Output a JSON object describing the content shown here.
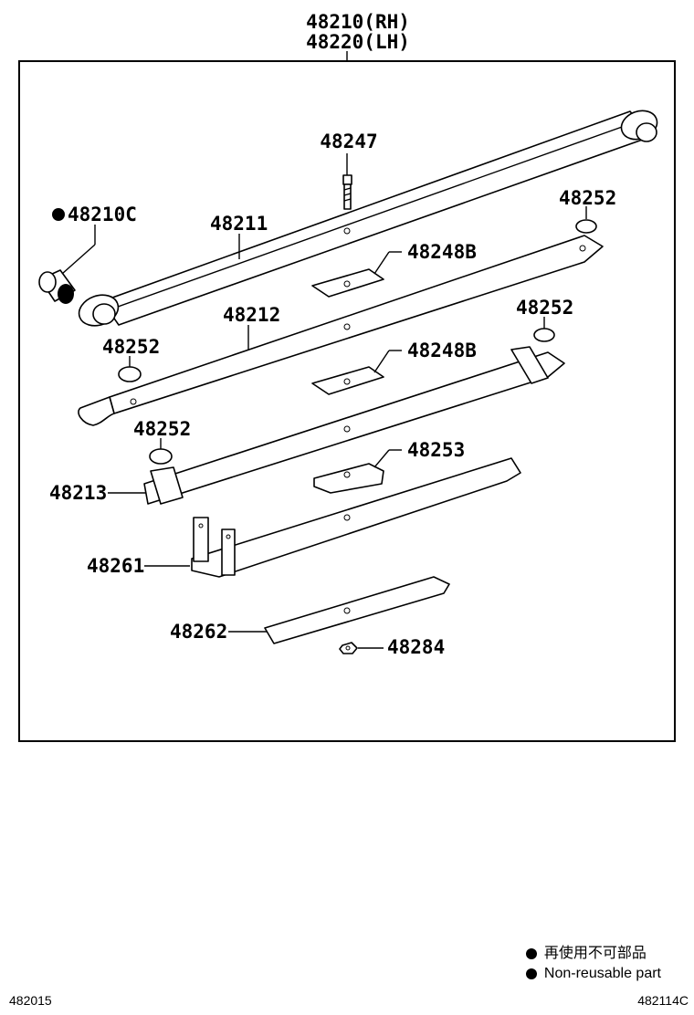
{
  "header": {
    "line1": "48210(RH)",
    "line2": "48220(LH)"
  },
  "labels": {
    "p48247": "48247",
    "p48210c": "48210C",
    "p48211": "48211",
    "p48252_a": "48252",
    "p48248b_a": "48248B",
    "p48212": "48212",
    "p48252_b": "48252",
    "p48252_c": "48252",
    "p48248b_b": "48248B",
    "p48252_d": "48252",
    "p48253": "48253",
    "p48213": "48213",
    "p48261": "48261",
    "p48262": "48262",
    "p48284": "48284"
  },
  "legend": {
    "jp": "再使用不可部品",
    "en": "Non-reusable part"
  },
  "footer": {
    "left": "482015",
    "right": "482114C"
  }
}
